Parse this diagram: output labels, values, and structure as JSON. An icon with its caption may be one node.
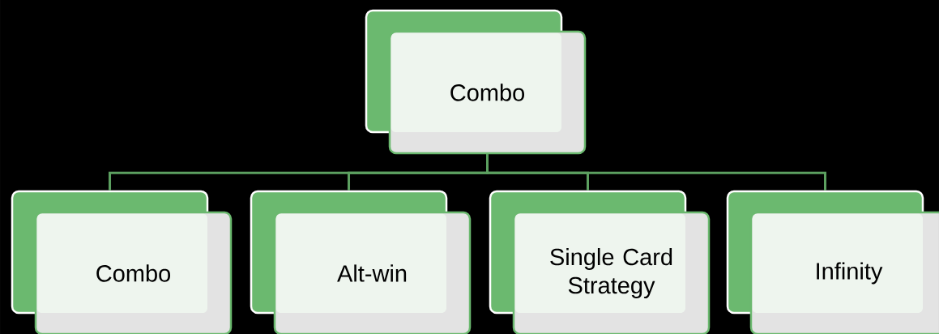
{
  "diagram": {
    "nodes": [
      {
        "text": [
          "Combo"
        ]
      },
      {
        "text": [
          "Combo"
        ]
      },
      {
        "text": [
          "Alt-win"
        ]
      },
      {
        "text": [
          "Single Card Strategy"
        ]
      },
      {
        "text": [
          "Infinity"
        ]
      }
    ],
    "edges": [
      {
        "from": 0,
        "to": 1,
        "arrow": "none"
      },
      {
        "from": 0,
        "to": 2,
        "arrow": "none"
      },
      {
        "from": 0,
        "to": 3,
        "arrow": "none"
      },
      {
        "from": 0,
        "to": 4,
        "arrow": "none"
      }
    ]
  }
}
